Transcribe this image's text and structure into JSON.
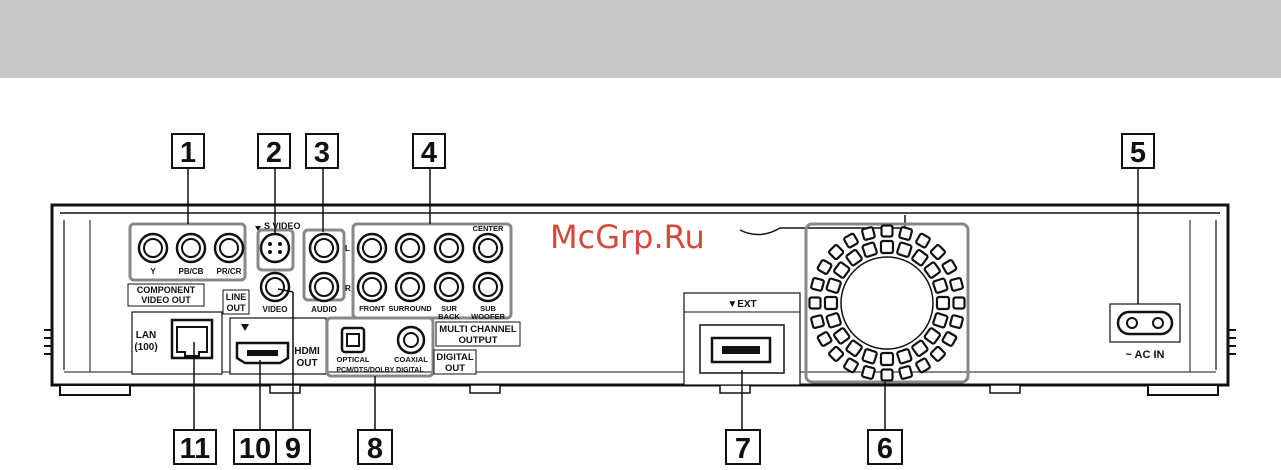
{
  "callouts": [
    "1",
    "2",
    "3",
    "4",
    "5",
    "6",
    "7",
    "8",
    "9",
    "10",
    "11"
  ],
  "labels": {
    "y": "Y",
    "pb": "PB/CB",
    "pr": "PR/CR",
    "component_1": "COMPONENT",
    "component_2": "VIDEO OUT",
    "s_video": "S VIDEO",
    "line_1": "LINE",
    "line_2": "OUT",
    "video": "VIDEO",
    "audio": "AUDIO",
    "l": "L",
    "r": "R",
    "center": "CENTER",
    "front": "FRONT",
    "surround": "SURROUND",
    "sur_back_1": "SUR",
    "sur_back_2": "BACK",
    "sub_woofer_1": "SUB",
    "sub_woofer_2": "WOOFER",
    "multi_1": "MULTI CHANNEL",
    "multi_2": "OUTPUT",
    "lan_1": "LAN",
    "lan_2": "(100)",
    "hdmi_1": "HDMI",
    "hdmi_2": "OUT",
    "optical": "OPTICAL",
    "coaxial": "COAXIAL",
    "pcm": "PCM/DTS/DOLBY DIGITAL",
    "digital_1": "DIGITAL",
    "digital_2": "OUT",
    "ext": "▼EXT",
    "ac_in": "~ AC IN"
  },
  "watermark": "McGrp.Ru"
}
